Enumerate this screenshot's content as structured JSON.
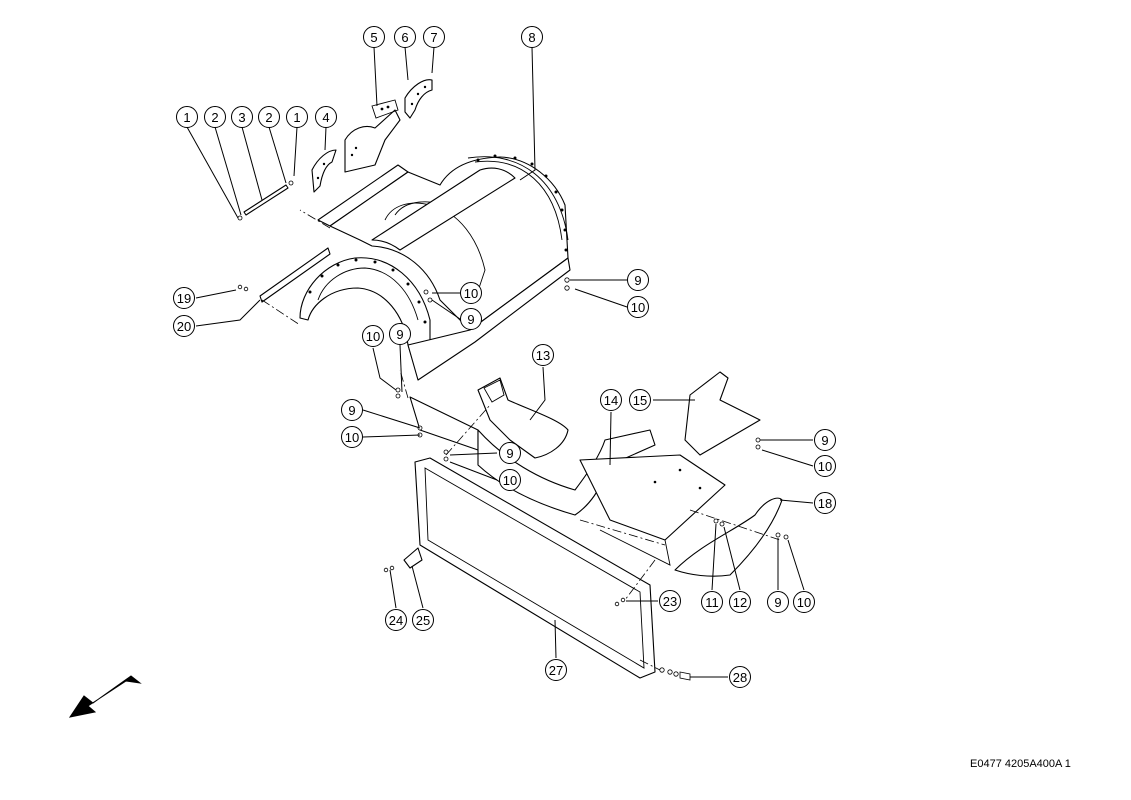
{
  "drawing": {
    "id_label": "E0477 4205A400A 1",
    "orientation_arrow_icon": "direction-arrow-icon"
  },
  "callouts": [
    {
      "key": "c1a",
      "label": "1"
    },
    {
      "key": "c2a",
      "label": "2"
    },
    {
      "key": "c3",
      "label": "3"
    },
    {
      "key": "c2b",
      "label": "2"
    },
    {
      "key": "c1b",
      "label": "1"
    },
    {
      "key": "c4",
      "label": "4"
    },
    {
      "key": "c5",
      "label": "5"
    },
    {
      "key": "c6",
      "label": "6"
    },
    {
      "key": "c7",
      "label": "7"
    },
    {
      "key": "c8",
      "label": "8"
    },
    {
      "key": "c9a",
      "label": "9"
    },
    {
      "key": "c10a",
      "label": "10"
    },
    {
      "key": "c10b",
      "label": "10"
    },
    {
      "key": "c9b",
      "label": "9"
    },
    {
      "key": "c19",
      "label": "19"
    },
    {
      "key": "c20",
      "label": "20"
    },
    {
      "key": "c10c",
      "label": "10"
    },
    {
      "key": "c9c",
      "label": "9"
    },
    {
      "key": "c13",
      "label": "13"
    },
    {
      "key": "c9d",
      "label": "9"
    },
    {
      "key": "c10d",
      "label": "10"
    },
    {
      "key": "c9e",
      "label": "9"
    },
    {
      "key": "c10e",
      "label": "10"
    },
    {
      "key": "c14",
      "label": "14"
    },
    {
      "key": "c15",
      "label": "15"
    },
    {
      "key": "c9f",
      "label": "9"
    },
    {
      "key": "c10f",
      "label": "10"
    },
    {
      "key": "c18",
      "label": "18"
    },
    {
      "key": "c11",
      "label": "11"
    },
    {
      "key": "c12",
      "label": "12"
    },
    {
      "key": "c9g",
      "label": "9"
    },
    {
      "key": "c10g",
      "label": "10"
    },
    {
      "key": "c23",
      "label": "23"
    },
    {
      "key": "c24",
      "label": "24"
    },
    {
      "key": "c25",
      "label": "25"
    },
    {
      "key": "c27",
      "label": "27"
    },
    {
      "key": "c28",
      "label": "28"
    }
  ]
}
